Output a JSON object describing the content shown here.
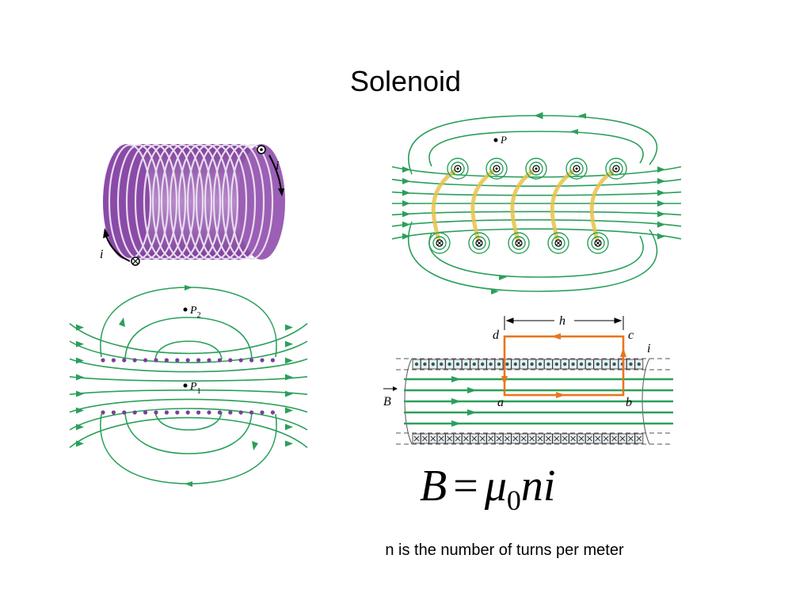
{
  "slide": {
    "title": "Solenoid",
    "caption": "n is the number of turns per meter"
  },
  "formula": {
    "lhs": "B",
    "equals": "=",
    "mu": "μ",
    "subscript": "0",
    "rest": "ni"
  },
  "coil_figure": {
    "current_label_top": "i",
    "current_label_bottom": "i"
  },
  "field_figure_top": {
    "point_label": "P"
  },
  "field_figure_left": {
    "point_top_label": "P",
    "point_top_sub": "2",
    "point_center_label": "P",
    "point_center_sub": "1"
  },
  "amperian_figure": {
    "corner_a": "a",
    "corner_b": "b",
    "corner_c": "c",
    "corner_d": "d",
    "length_label": "h",
    "current_label": "i",
    "field_label": "B"
  },
  "colors": {
    "field_line": "#2aa05a",
    "coil": "#9b5fb5",
    "loop": "#e8761f",
    "wire_gold": "#e8c24a"
  }
}
